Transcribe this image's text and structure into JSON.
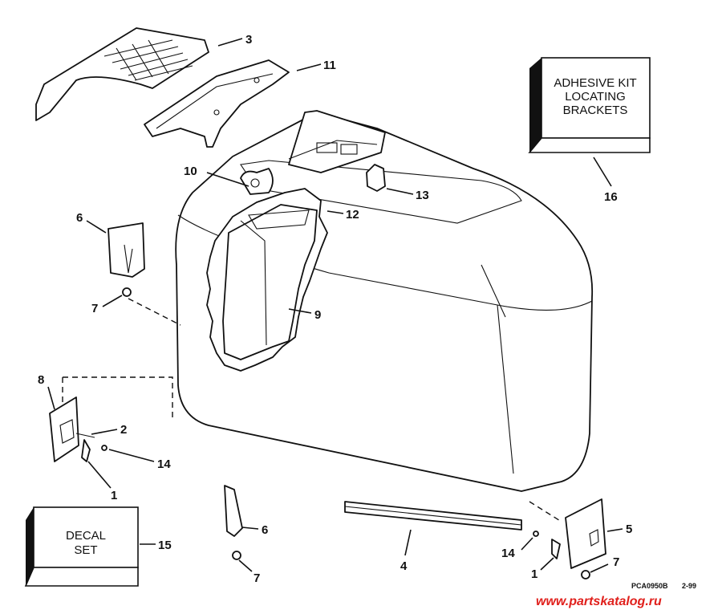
{
  "diagram": {
    "callouts": {
      "n1a": "1",
      "n1b": "1",
      "n2": "2",
      "n3": "3",
      "n4": "4",
      "n5": "5",
      "n6a": "6",
      "n6b": "6",
      "n7a": "7",
      "n7b": "7",
      "n7c": "7",
      "n8": "8",
      "n9": "9",
      "n10": "10",
      "n11": "11",
      "n12": "12",
      "n13": "13",
      "n14a": "14",
      "n14b": "14",
      "n15": "15",
      "n16": "16"
    },
    "adhesive_box": {
      "line1": "ADHESIVE KIT",
      "line2": "LOCATING",
      "line3": "BRACKETS"
    },
    "decal_box": {
      "line1": "DECAL",
      "line2": "SET"
    },
    "drawing_code": "PCA0950B",
    "date_code": "2-99",
    "watermark": "www.partskatalog.ru"
  }
}
